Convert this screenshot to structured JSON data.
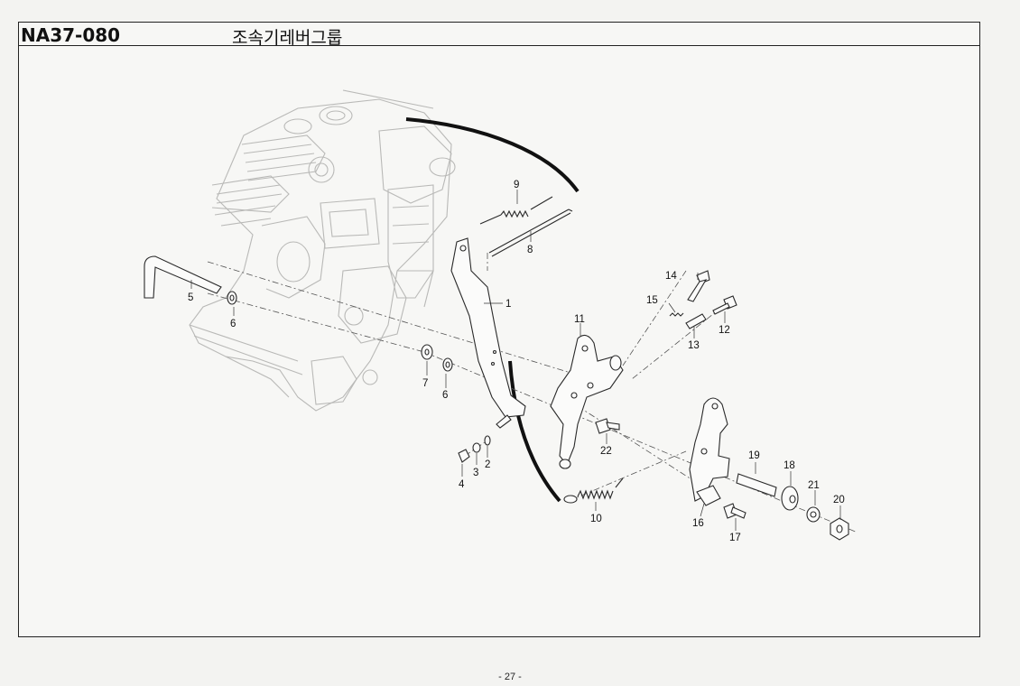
{
  "header": {
    "code": "NA37-080",
    "title": "조속기레버그룹"
  },
  "footer": {
    "page": "- 27 -"
  },
  "callouts": [
    "1",
    "2",
    "3",
    "4",
    "5",
    "6",
    "6",
    "7",
    "8",
    "9",
    "10",
    "11",
    "12",
    "13",
    "14",
    "15",
    "16",
    "17",
    "18",
    "19",
    "20",
    "21",
    "22"
  ]
}
